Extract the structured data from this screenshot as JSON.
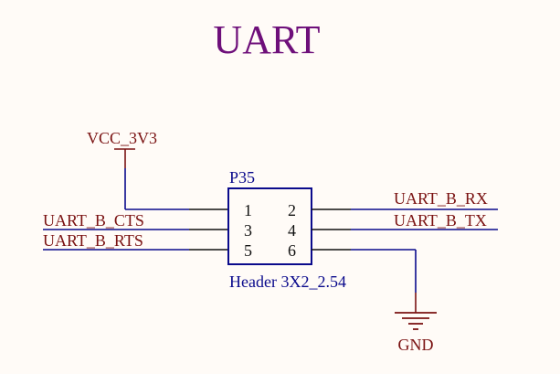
{
  "title": "UART",
  "power": {
    "label": "VCC_3V3"
  },
  "ground": {
    "label": "GND"
  },
  "component": {
    "designator": "P35",
    "value": "Header 3X2_2.54",
    "pins": [
      "1",
      "2",
      "3",
      "4",
      "5",
      "6"
    ]
  },
  "nets": {
    "left": [
      "UART_B_CTS",
      "UART_B_RTS"
    ],
    "right": [
      "UART_B_RX",
      "UART_B_TX"
    ]
  },
  "colors": {
    "title": "#6e0f7a",
    "net_label": "#7a1212",
    "component": "#0a0a8c",
    "wire": "#0a0a8c",
    "pin_line": "#111111",
    "power": "#7a1212",
    "background": "#fffbf7"
  }
}
